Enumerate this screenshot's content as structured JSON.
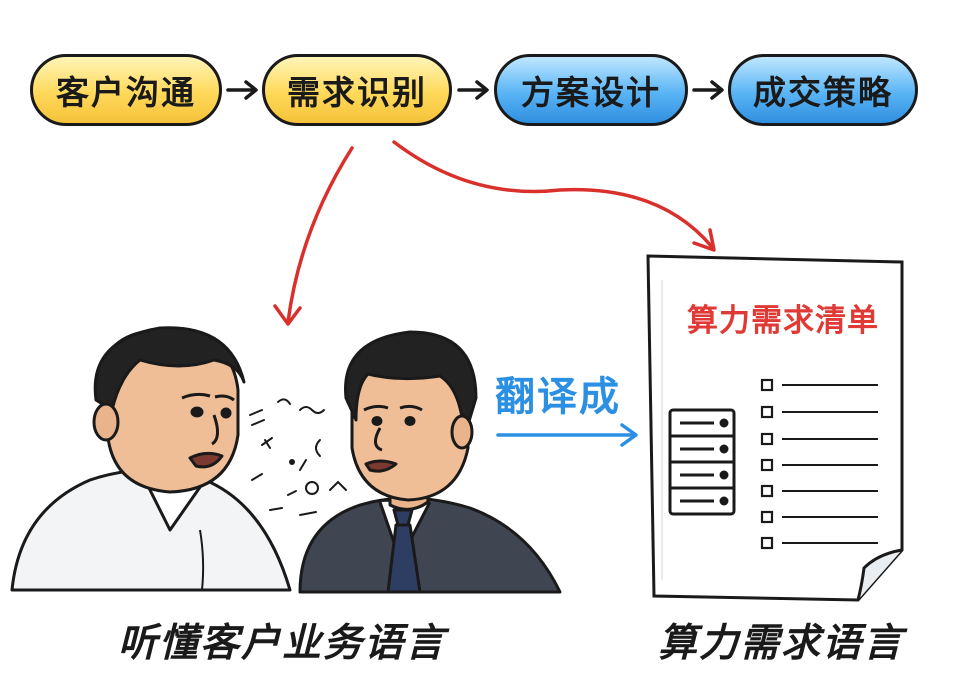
{
  "flow": {
    "steps": [
      {
        "label": "客户沟通",
        "color": "yellow"
      },
      {
        "label": "需求识别",
        "color": "yellow"
      },
      {
        "label": "方案设计",
        "color": "blue"
      },
      {
        "label": "成交策略",
        "color": "blue"
      }
    ]
  },
  "document": {
    "title": "算力需求清单",
    "checklist_count": 7
  },
  "translate_label": "翻译成",
  "captions": {
    "left": "听懂客户业务语言",
    "right": "算力需求语言"
  },
  "colors": {
    "red_arrow": "#d9302c",
    "blue_arrow": "#2b8fe3",
    "title_red": "#e03a36"
  }
}
